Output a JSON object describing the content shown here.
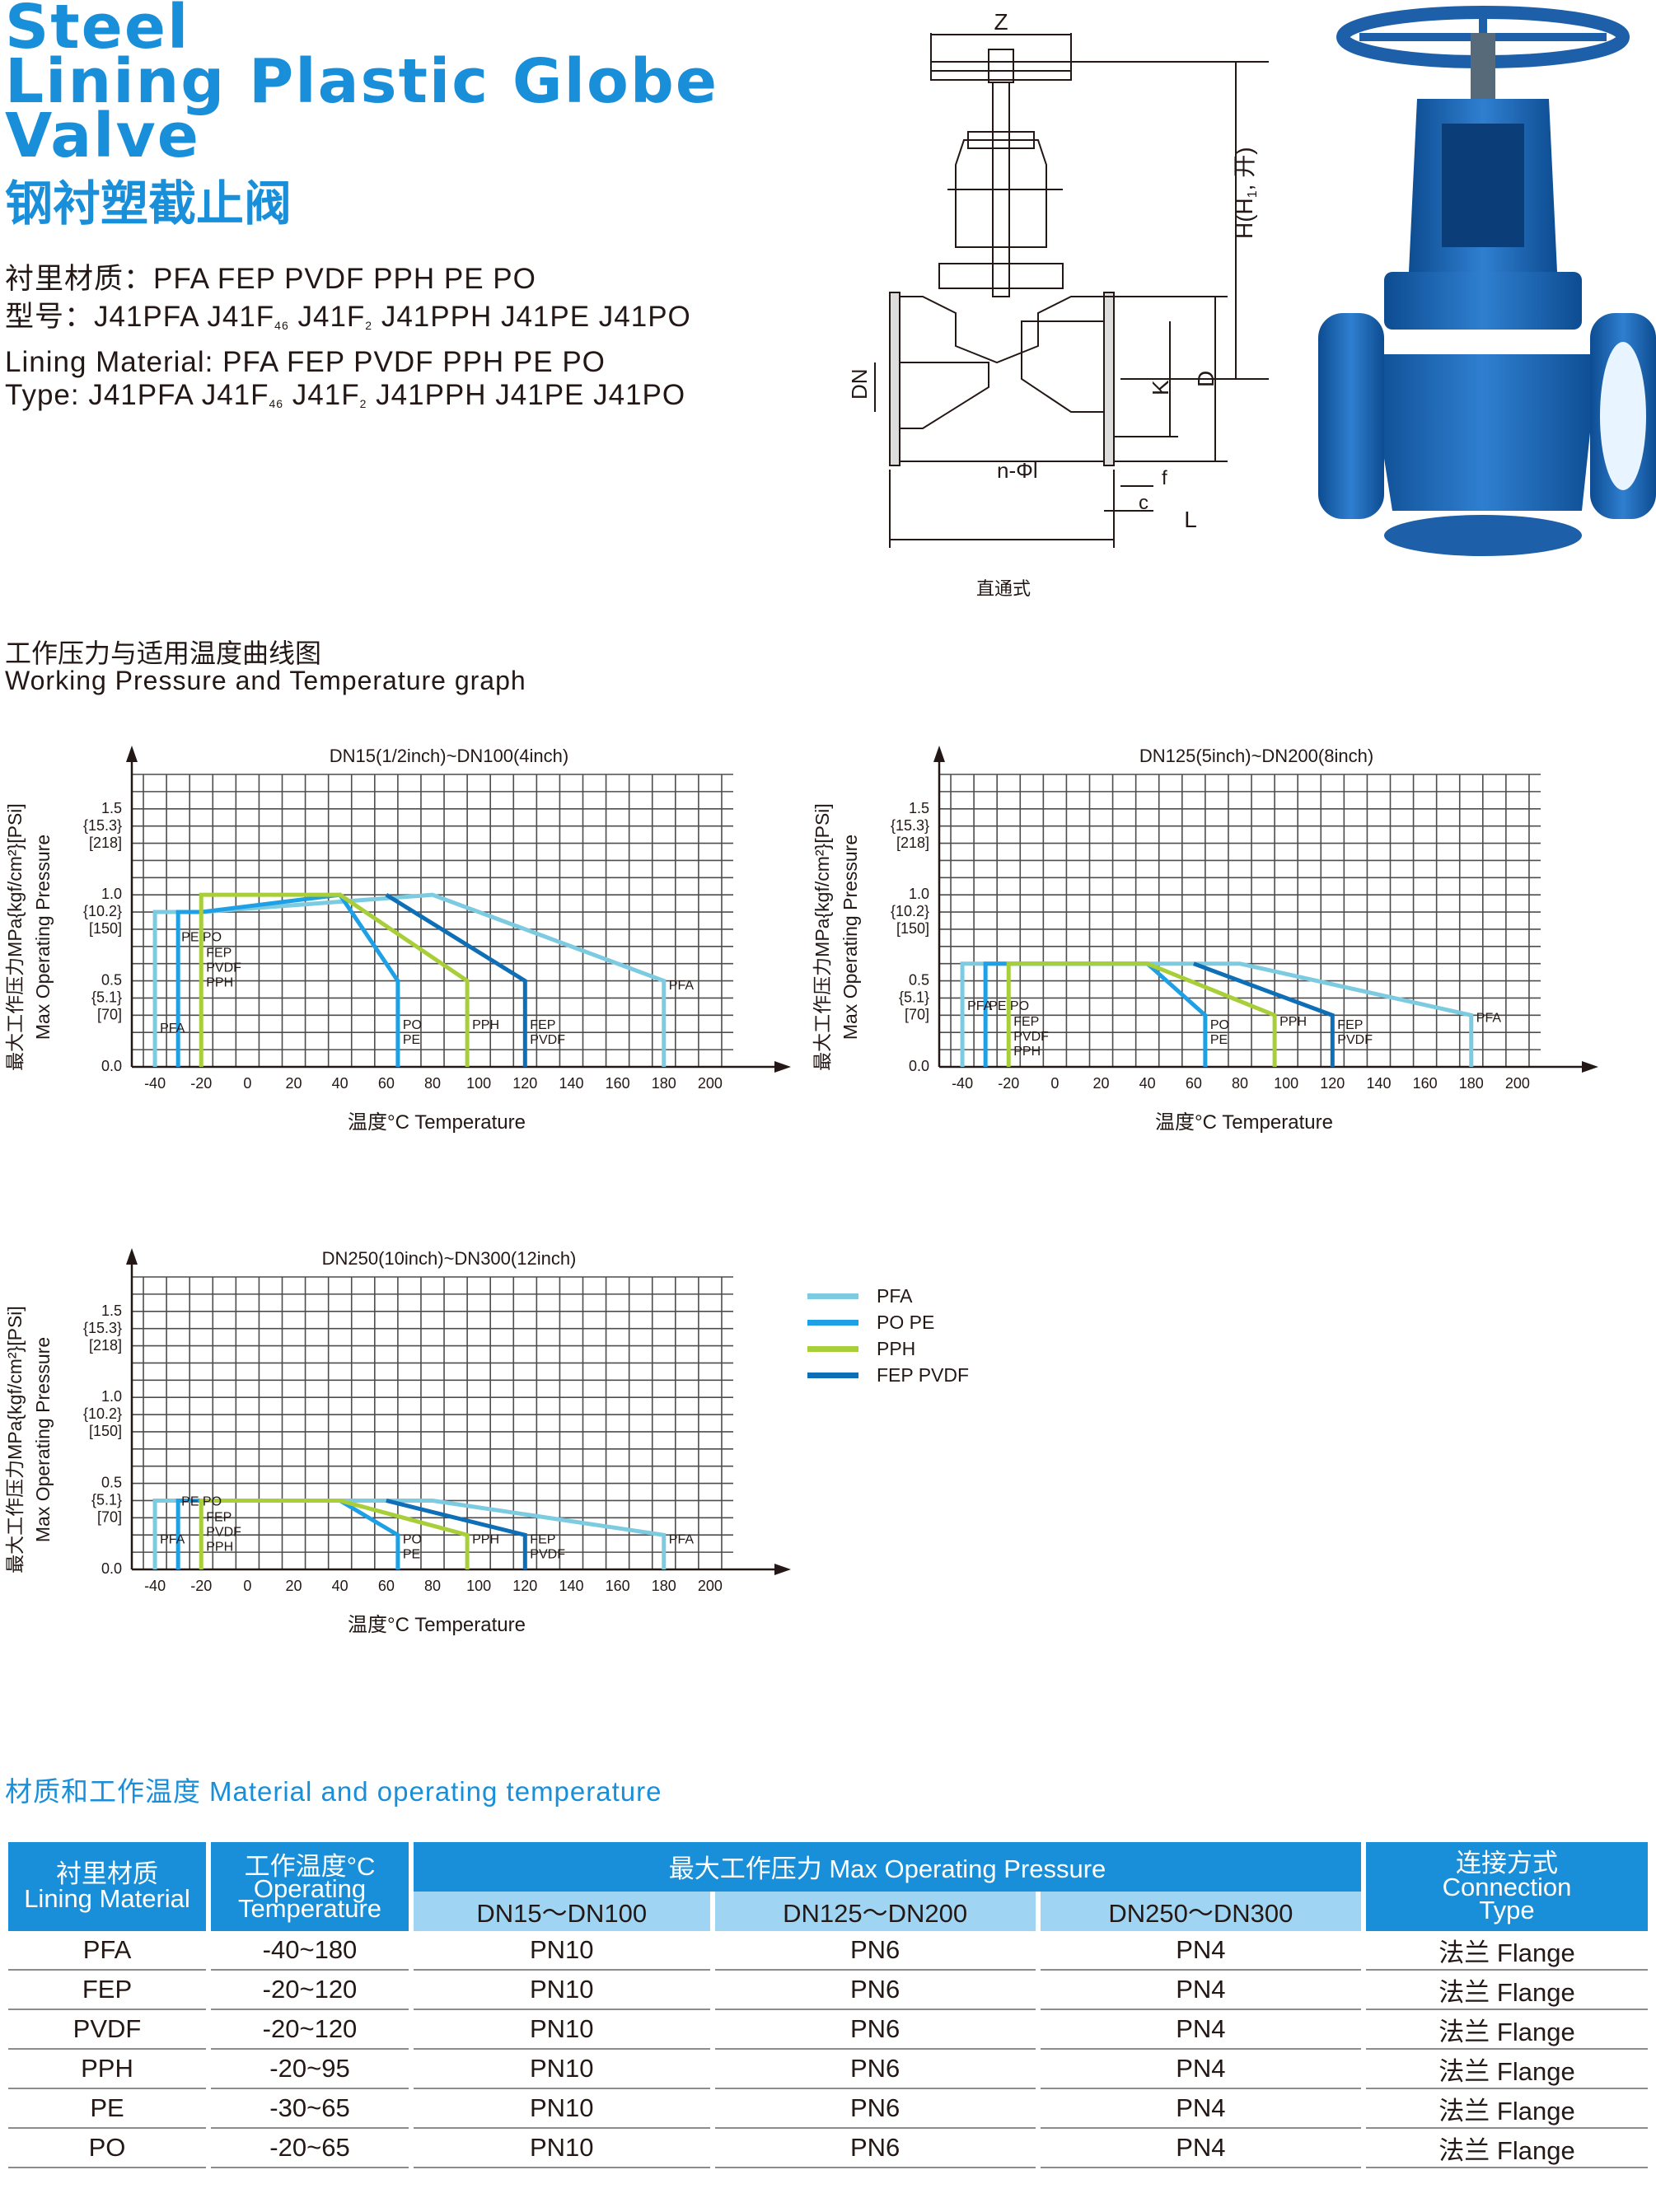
{
  "header": {
    "title_lines": [
      "Steel",
      "Lining Plastic Globe",
      "Valve"
    ],
    "title_cn": "钢衬塑截止阀",
    "lining_cn": "衬里材质：PFA FEP PVDF PPH PE PO",
    "type_cn_prefix": "型号：J41PFA  J41F",
    "type_cn_rest": [
      "46",
      " J41F",
      "2",
      "  J41PPH  J41PE  J41PO"
    ],
    "lining_en": "Lining Material: PFA FEP PVDF PPH PE PO",
    "type_en_prefix": "Type: J41PFA   J41F",
    "type_en_rest": [
      "46",
      "  J41F",
      "2",
      "   J41PPH   J41PE   J41PO"
    ]
  },
  "drawing": {
    "labels": {
      "z": "Z",
      "h": "H(H",
      "h_sub": "1",
      "h_tail": ", 开)",
      "k": "K",
      "d": "D",
      "dn": "DN",
      "n_phi": "n-Φl",
      "f": "f",
      "c": "c",
      "l": "L"
    },
    "caption": "直通式"
  },
  "graph_section": {
    "title_cn": "工作压力与适用温度曲线图",
    "title_en": "Working Pressure and Temperature graph"
  },
  "colors": {
    "pfa": "#7ccbe0",
    "po_pe": "#1ea0e6",
    "pph": "#a8cf3a",
    "fep_pvdf": "#0f6fb6",
    "brand": "#1a8fd9"
  },
  "chart_common": {
    "ylabel_cn": "最大工作压力MPa{kgf/cm²}[PSi]",
    "ylabel_en": "Max Operating Pressure",
    "xlabel": "温度°C  Temperature",
    "x_ticks": [
      "-40",
      "-20",
      "0",
      "20",
      "40",
      "60",
      "80",
      "100",
      "120",
      "140",
      "160",
      "180",
      "200"
    ],
    "y_ticks": [
      {
        "v": 0.0,
        "lines": [
          "0.0"
        ]
      },
      {
        "v": 0.5,
        "lines": [
          "0.5",
          "{5.1}",
          "[70]"
        ]
      },
      {
        "v": 1.0,
        "lines": [
          "1.0",
          "{10.2}",
          "[150]"
        ]
      },
      {
        "v": 1.5,
        "lines": [
          "1.5",
          "{15.3}",
          "[218]"
        ]
      }
    ]
  },
  "chart_data": [
    {
      "type": "line",
      "title": "DN15(1/2inch)~DN100(4inch)",
      "xlabel": "温度°C  Temperature",
      "ylabel": "最大工作压力MPa{kgf/cm²}[PSi] Max Operating Pressure",
      "xlim": [
        -50,
        210
      ],
      "ylim": [
        0,
        1.7
      ],
      "series": [
        {
          "name": "PFA",
          "color": "#7ccbe0",
          "x": [
            -40,
            -40,
            -20,
            80,
            180,
            180
          ],
          "y": [
            0,
            0.9,
            0.9,
            1.0,
            0.5,
            0
          ]
        },
        {
          "name": "PO PE",
          "color": "#1ea0e6",
          "x": [
            -30,
            -30,
            -20,
            40,
            65,
            65
          ],
          "y": [
            0,
            0.9,
            0.9,
            1.0,
            0.5,
            0
          ]
        },
        {
          "name": "PPH",
          "color": "#a8cf3a",
          "x": [
            -20,
            -20,
            40,
            95,
            95
          ],
          "y": [
            0,
            1.0,
            1.0,
            0.5,
            0
          ]
        },
        {
          "name": "FEP PVDF",
          "color": "#0f6fb6",
          "x": [
            60,
            120,
            120
          ],
          "y": [
            1.0,
            0.5,
            0
          ]
        }
      ],
      "annotations": [
        {
          "text": [
            "PFA"
          ],
          "x": -40,
          "y": 0.2
        },
        {
          "text": [
            "PE",
            "PO"
          ],
          "x": -30,
          "y": 0.73,
          "sep": true
        },
        {
          "text": [
            "FEP",
            "PVDF",
            "PPH"
          ],
          "x": -20,
          "y": 0.64
        },
        {
          "text": [
            "PO",
            "PE"
          ],
          "x": 65,
          "y": 0.22
        },
        {
          "text": [
            "PPH"
          ],
          "x": 95,
          "y": 0.22
        },
        {
          "text": [
            "FEP",
            "PVDF"
          ],
          "x": 120,
          "y": 0.22
        },
        {
          "text": [
            "PFA"
          ],
          "x": 180,
          "y": 0.45
        }
      ]
    },
    {
      "type": "line",
      "title": "DN125(5inch)~DN200(8inch)",
      "xlabel": "温度°C  Temperature",
      "ylabel": "最大工作压力MPa{kgf/cm²}[PSi] Max Operating Pressure",
      "xlim": [
        -50,
        210
      ],
      "ylim": [
        0,
        1.7
      ],
      "series": [
        {
          "name": "PFA",
          "color": "#7ccbe0",
          "x": [
            -40,
            -40,
            80,
            180,
            180
          ],
          "y": [
            0,
            0.6,
            0.6,
            0.3,
            0
          ]
        },
        {
          "name": "PO PE",
          "color": "#1ea0e6",
          "x": [
            -30,
            -30,
            40,
            65,
            65
          ],
          "y": [
            0,
            0.6,
            0.6,
            0.3,
            0
          ]
        },
        {
          "name": "PPH",
          "color": "#a8cf3a",
          "x": [
            -20,
            -20,
            40,
            95,
            95
          ],
          "y": [
            0,
            0.6,
            0.6,
            0.3,
            0
          ]
        },
        {
          "name": "FEP PVDF",
          "color": "#0f6fb6",
          "x": [
            60,
            120,
            120
          ],
          "y": [
            0.6,
            0.3,
            0
          ]
        }
      ],
      "annotations": [
        {
          "text": [
            "PFA"
          ],
          "x": -40,
          "y": 0.33
        },
        {
          "text": [
            "PE",
            "PO"
          ],
          "x": -30,
          "y": 0.33,
          "sep": true
        },
        {
          "text": [
            "FEP",
            "PVDF",
            "PPH"
          ],
          "x": -20,
          "y": 0.24
        },
        {
          "text": [
            "PO",
            "PE"
          ],
          "x": 65,
          "y": 0.22
        },
        {
          "text": [
            "PPH"
          ],
          "x": 95,
          "y": 0.24
        },
        {
          "text": [
            "FEP",
            "PVDF"
          ],
          "x": 120,
          "y": 0.22
        },
        {
          "text": [
            "PFA"
          ],
          "x": 180,
          "y": 0.26
        }
      ]
    },
    {
      "type": "line",
      "title": "DN250(10inch)~DN300(12inch)",
      "xlabel": "温度°C  Temperature",
      "ylabel": "最大工作压力MPa{kgf/cm²}[PSi] Max Operating Pressure",
      "xlim": [
        -50,
        210
      ],
      "ylim": [
        0,
        1.7
      ],
      "series": [
        {
          "name": "PFA",
          "color": "#7ccbe0",
          "x": [
            -40,
            -40,
            80,
            180,
            180
          ],
          "y": [
            0,
            0.4,
            0.4,
            0.2,
            0
          ]
        },
        {
          "name": "PO PE",
          "color": "#1ea0e6",
          "x": [
            -30,
            -30,
            40,
            65,
            65
          ],
          "y": [
            0,
            0.4,
            0.4,
            0.2,
            0
          ]
        },
        {
          "name": "PPH",
          "color": "#a8cf3a",
          "x": [
            -20,
            -20,
            40,
            95,
            95
          ],
          "y": [
            0,
            0.4,
            0.4,
            0.2,
            0
          ]
        },
        {
          "name": "FEP PVDF",
          "color": "#0f6fb6",
          "x": [
            60,
            120,
            120
          ],
          "y": [
            0.4,
            0.2,
            0
          ]
        }
      ],
      "annotations": [
        {
          "text": [
            "PFA"
          ],
          "x": -40,
          "y": 0.15
        },
        {
          "text": [
            "PE",
            "PO"
          ],
          "x": -30,
          "y": 0.37,
          "sep": true
        },
        {
          "text": [
            "FEP",
            "PVDF",
            "PPH"
          ],
          "x": -20,
          "y": 0.28
        },
        {
          "text": [
            "PO",
            "PE"
          ],
          "x": 65,
          "y": 0.15
        },
        {
          "text": [
            "PPH"
          ],
          "x": 95,
          "y": 0.15
        },
        {
          "text": [
            "FEP",
            "PVDF"
          ],
          "x": 120,
          "y": 0.15
        },
        {
          "text": [
            "PFA"
          ],
          "x": 180,
          "y": 0.15
        }
      ]
    }
  ],
  "legend": [
    {
      "label": "PFA",
      "color": "#7ccbe0"
    },
    {
      "label": "PO PE",
      "color": "#1ea0e6"
    },
    {
      "label": "PPH",
      "color": "#a8cf3a"
    },
    {
      "label": "FEP PVDF",
      "color": "#0f6fb6"
    }
  ],
  "material_section": {
    "title_cn": "材质和工作温度",
    "title_en": "Material and operating temperature"
  },
  "table": {
    "headers": {
      "lining": [
        "衬里材质",
        "Lining Material"
      ],
      "temp": [
        "工作温度°C",
        "Operating",
        "Temperature"
      ],
      "pressure": "最大工作压力 Max Operating Pressure",
      "dn": [
        "DN15～DN100",
        "DN125～DN200",
        "DN250～DN300"
      ],
      "conn": [
        "连接方式",
        "Connection",
        "Type"
      ]
    },
    "rows": [
      [
        "PFA",
        "-40~180",
        "PN10",
        "PN6",
        "PN4",
        "法兰 Flange"
      ],
      [
        "FEP",
        "-20~120",
        "PN10",
        "PN6",
        "PN4",
        "法兰 Flange"
      ],
      [
        "PVDF",
        "-20~120",
        "PN10",
        "PN6",
        "PN4",
        "法兰 Flange"
      ],
      [
        "PPH",
        "-20~95",
        "PN10",
        "PN6",
        "PN4",
        "法兰 Flange"
      ],
      [
        "PE",
        "-30~65",
        "PN10",
        "PN6",
        "PN4",
        "法兰 Flange"
      ],
      [
        "PO",
        "-20~65",
        "PN10",
        "PN6",
        "PN4",
        "法兰 Flange"
      ]
    ]
  }
}
